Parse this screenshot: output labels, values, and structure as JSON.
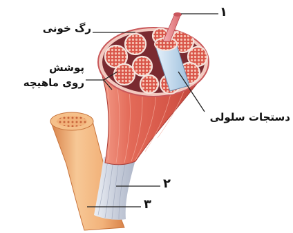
{
  "labels": {
    "blood_vessel": "رگ خونی",
    "epimysium_line1": "پوشش",
    "epimysium_line2": "روی ماهیچه",
    "fascicle": "دستجات سلولی",
    "num_1": "۱",
    "num_2": "۲",
    "num_3": "۳"
  },
  "colors": {
    "bone": "#f2b27a",
    "bone_shadow": "#d9834a",
    "bone_marrow": "#e8925c",
    "muscle": "#e36a58",
    "muscle_dark": "#b8403a",
    "muscle_light": "#f4a08c",
    "sheath": "#f2c9c0",
    "fiber_fill": "#d9564a",
    "fiber_cell": "#f7c4b4",
    "tendon": "#d9dde6",
    "vessel_pink": "#ef8f93",
    "vessel_blue": "#bcd6ec",
    "leader": "#222222"
  }
}
